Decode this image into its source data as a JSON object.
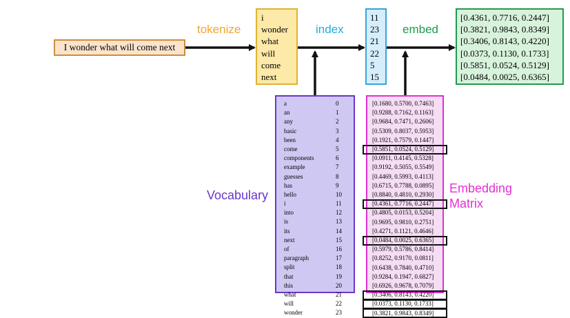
{
  "input_sentence": "I wonder what will come next",
  "labels": {
    "tokenize": "tokenize",
    "index": "index",
    "embed": "embed",
    "vocabulary": "Vocabulary",
    "embedding_matrix_1": "Embedding",
    "embedding_matrix_2": "Matrix"
  },
  "colors": {
    "tokenize": "#f2a530",
    "index": "#23a8e0",
    "embed": "#1f9a4a",
    "vocabulary": "#6a36c9",
    "embedding_matrix": "#e22fd4"
  },
  "tokens": [
    "i",
    "wonder",
    "what",
    "will",
    "come",
    "next"
  ],
  "indices": [
    "11",
    "23",
    "21",
    "22",
    "5",
    "15"
  ],
  "embeddings": [
    "[0.4361, 0.7716, 0.2447]",
    "[0.3821, 0.9843, 0.8349]",
    "[0.3406, 0.8143, 0.4220]",
    "[0.0373, 0.1130, 0.1733]",
    "[0.5851, 0.0524, 0.5129]",
    "[0.0484, 0.0025, 0.6365]"
  ],
  "vocabulary": [
    {
      "word": "a",
      "index": "0"
    },
    {
      "word": "an",
      "index": "1"
    },
    {
      "word": "any",
      "index": "2"
    },
    {
      "word": "basic",
      "index": "3"
    },
    {
      "word": "been",
      "index": "4"
    },
    {
      "word": "come",
      "index": "5"
    },
    {
      "word": "components",
      "index": "6"
    },
    {
      "word": "example",
      "index": "7"
    },
    {
      "word": "guesses",
      "index": "8"
    },
    {
      "word": "has",
      "index": "9"
    },
    {
      "word": "hello",
      "index": "10"
    },
    {
      "word": "i",
      "index": "11"
    },
    {
      "word": "into",
      "index": "12"
    },
    {
      "word": "is",
      "index": "13"
    },
    {
      "word": "its",
      "index": "14"
    },
    {
      "word": "next",
      "index": "15"
    },
    {
      "word": "of",
      "index": "16"
    },
    {
      "word": "paragraph",
      "index": "17"
    },
    {
      "word": "split",
      "index": "18"
    },
    {
      "word": "that",
      "index": "19"
    },
    {
      "word": "this",
      "index": "20"
    },
    {
      "word": "what",
      "index": "21"
    },
    {
      "word": "will",
      "index": "22"
    },
    {
      "word": "wonder",
      "index": "23"
    }
  ],
  "embedding_matrix": [
    "[0.1680, 0.5700, 0.7463]",
    "[0.9288, 0.7162, 0.1163]",
    "[0.9684, 0.7471, 0.2606]",
    "[0.5309, 0.8037, 0.5953]",
    "[0.1921, 0.7579, 0.1447]",
    "[0.5851, 0.0524, 0.5129]",
    "[0.0911, 0.4145, 0.5328]",
    "[0.9192, 0.5055, 0.5549]",
    "[0.4469, 0.5993, 0.4113]",
    "[0.6715, 0.7788, 0.0895]",
    "[0.8840, 0.4810, 0.2930]",
    "[0.4361, 0.7716, 0.2447]",
    "[0.4805, 0.0153, 0.5204]",
    "[0.9695, 0.9810, 0.2751]",
    "[0.4271, 0.1121, 0.4646]",
    "[0.0484, 0.0025, 0.6365]",
    "[0.5979, 0.5786, 0.8414]",
    "[0.8252, 0.9170, 0.0811]",
    "[0.6438, 0.7840, 0.4710]",
    "[0.9284, 0.1947, 0.6827]",
    "[0.6926, 0.9678, 0.7079]",
    "[0.3406, 0.8143, 0.4220]",
    "[0.0373, 0.1130, 0.1733]",
    "[0.3821, 0.9843, 0.8349]"
  ],
  "highlighted_rows": [
    5,
    11,
    15,
    21,
    22,
    23
  ]
}
